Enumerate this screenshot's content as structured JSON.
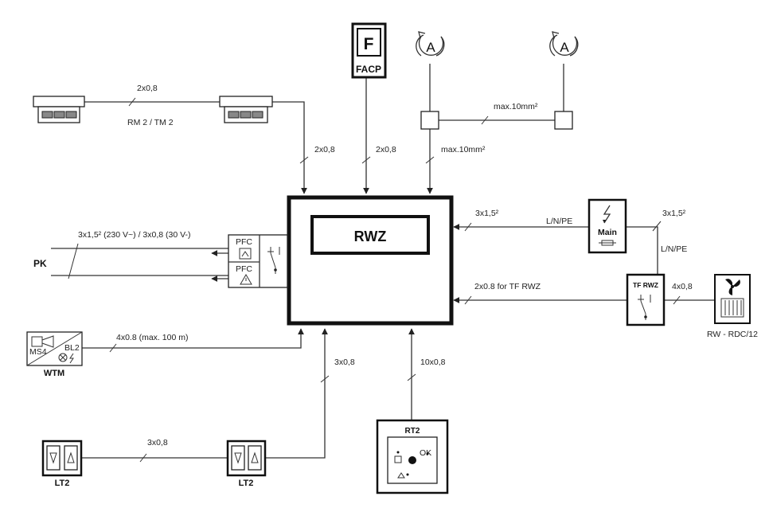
{
  "devices": {
    "rwz": "RWZ",
    "facp": "FACP",
    "facp_glyph": "F",
    "rm_label": "RM 2 / TM 2",
    "pk": "PK",
    "pfc1": "PFC",
    "pfc2": "PFC",
    "wtm": "WTM",
    "ms4": "MS4",
    "bl2": "BL2",
    "lt2_left": "LT2",
    "lt2_right": "LT2",
    "rt2": "RT2",
    "rt2_ok": "OK",
    "main": "Main",
    "tf_rwz": "TF RWZ",
    "rw_rdc": "RW - RDC/12",
    "actuator_glyph": "A"
  },
  "cables": {
    "rm_link": "2x0,8",
    "rm_to_rwz": "2x0,8",
    "facp_to_rwz": "2x0,8",
    "actuator_link": "max.10mm²",
    "actuator_to_rwz": "max.10mm²",
    "pk": "3x1,5² (230 V~) / 3x0,8 (30 V-)",
    "wtm": "4x0.8 (max. 100 m)",
    "lt2_to_rwz": "3x0,8",
    "lt2_link": "3x0,8",
    "rt2": "10x0,8",
    "main_to_rwz": "3x1,5²",
    "lnpe_horizontal": "L/N/PE",
    "main_to_tf": "3x1,5²",
    "lnpe_vertical": "L/N/PE",
    "tf_to_rwz": "2x0.8 for TF RWZ",
    "tf_to_rw": "4x0,8"
  }
}
